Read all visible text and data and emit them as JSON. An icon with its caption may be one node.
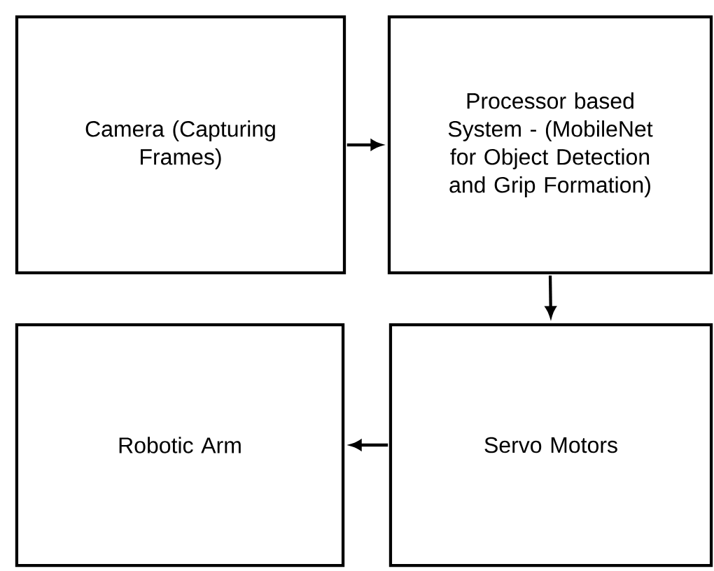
{
  "diagram": {
    "nodes": [
      {
        "text": [
          "Camera (Capturing Frames)"
        ]
      },
      {
        "text": [
          "Processor based System - (MobileNet for Object Detection and Grip Formation)"
        ]
      },
      {
        "text": [
          "Robotic Arm"
        ]
      },
      {
        "text": [
          "Servo Motors"
        ]
      }
    ],
    "edges": [
      {
        "from": 0,
        "to": 1,
        "arrow": "to"
      },
      {
        "from": 1,
        "to": 3,
        "arrow": "to"
      },
      {
        "from": 3,
        "to": 2,
        "arrow": "to"
      }
    ]
  }
}
